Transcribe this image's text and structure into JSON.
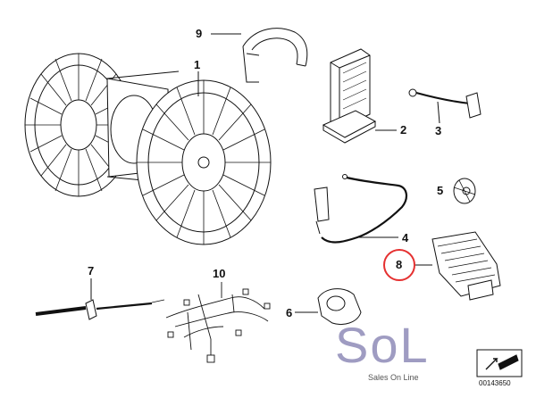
{
  "callouts": [
    {
      "id": "1",
      "label": "1"
    },
    {
      "id": "2",
      "label": "2"
    },
    {
      "id": "3",
      "label": "3"
    },
    {
      "id": "4",
      "label": "4"
    },
    {
      "id": "5",
      "label": "5"
    },
    {
      "id": "6",
      "label": "6"
    },
    {
      "id": "7",
      "label": "7"
    },
    {
      "id": "8",
      "label": "8"
    },
    {
      "id": "9",
      "label": "9"
    },
    {
      "id": "10",
      "label": "10"
    }
  ],
  "highlight": {
    "target": "8",
    "color": "#e53030"
  },
  "logo": {
    "word": "SoL",
    "tagline": "Sales On Line"
  },
  "reference_code": "00143650"
}
